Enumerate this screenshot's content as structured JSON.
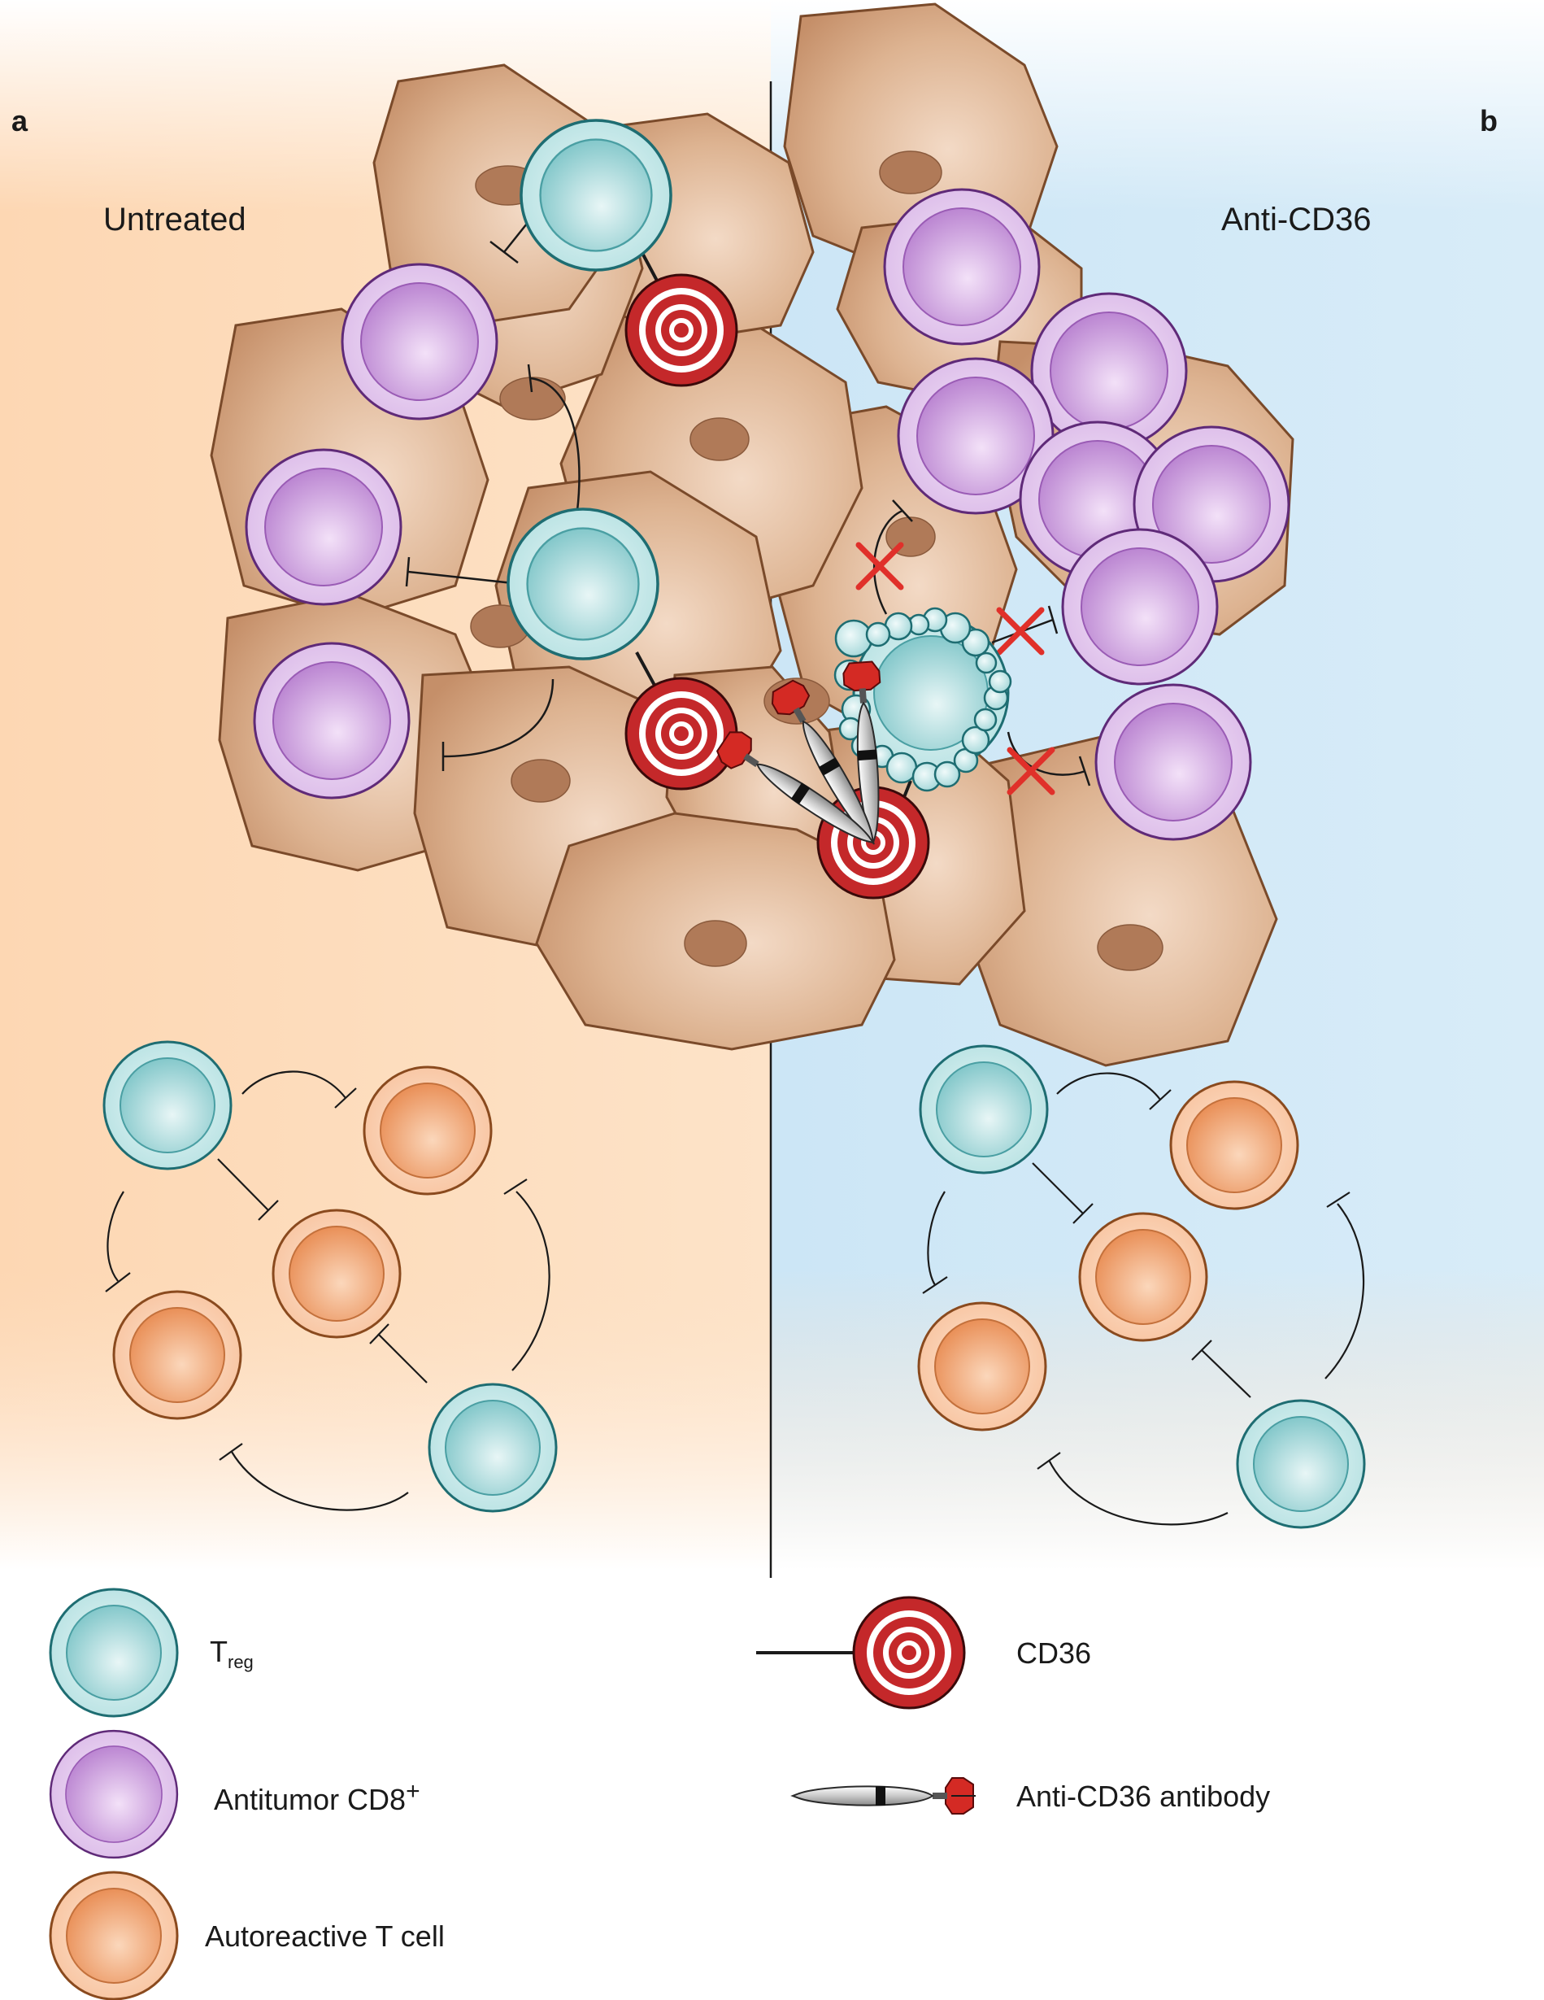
{
  "panels": {
    "a": {
      "letter": "a",
      "title": "Untreated",
      "background": "#fddcbd"
    },
    "b": {
      "letter": "b",
      "title": "Anti-CD36",
      "background": "#cfe7f6"
    }
  },
  "legend": {
    "treg": {
      "main": "T",
      "sub": "reg",
      "icon": "treg-cell-icon"
    },
    "cd8": {
      "main": "Antitumor CD8",
      "sup": "+",
      "icon": "cd8-cell-icon"
    },
    "autoreactive": {
      "label": "Autoreactive T cell",
      "icon": "autoreactive-cell-icon"
    },
    "cd36": {
      "label": "CD36",
      "icon": "cd36-receptor-target-icon"
    },
    "antibody": {
      "label": "Anti-CD36 antibody",
      "icon": "antibody-dart-icon"
    }
  },
  "colors": {
    "tumor": "#d4a07c",
    "tumor_edge": "#7a4a2a",
    "treg": "#8fd0d2",
    "cd8": "#c48fd8",
    "autoreactive": "#f0a068",
    "cd36_red": "#c4282a",
    "block_x": "#e0302a"
  }
}
